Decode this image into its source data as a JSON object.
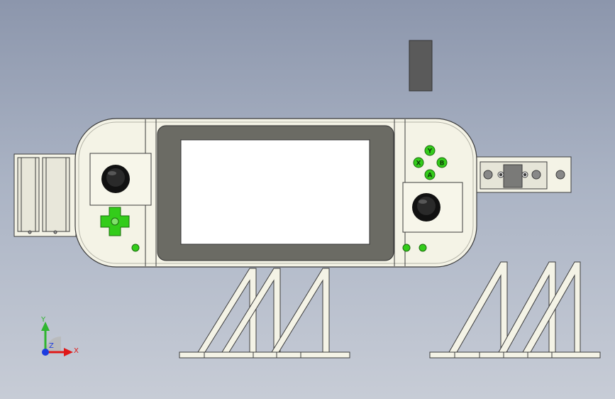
{
  "colors": {
    "background_top": "#8c96ac",
    "background_bottom": "#c7ccd6",
    "part_fill": "#f4f3e6",
    "part_stroke": "#3c3c3c",
    "screen_bezel": "#6b6b64",
    "screen": "#ffffff",
    "accent_green": "#33cc1a",
    "joystick": "#111111",
    "dark_block": "#555555",
    "axis_x": "#e01818",
    "axis_y": "#2fb52f",
    "axis_z": "#1d3ce0"
  },
  "face_buttons": {
    "top": "Y",
    "left": "X",
    "right": "B",
    "bottom": "A"
  },
  "triad": {
    "x_label": "X",
    "y_label": "Y",
    "z_label": "Z"
  },
  "icons": [
    "joystick-icon",
    "dpad-icon",
    "face-button-icon"
  ]
}
